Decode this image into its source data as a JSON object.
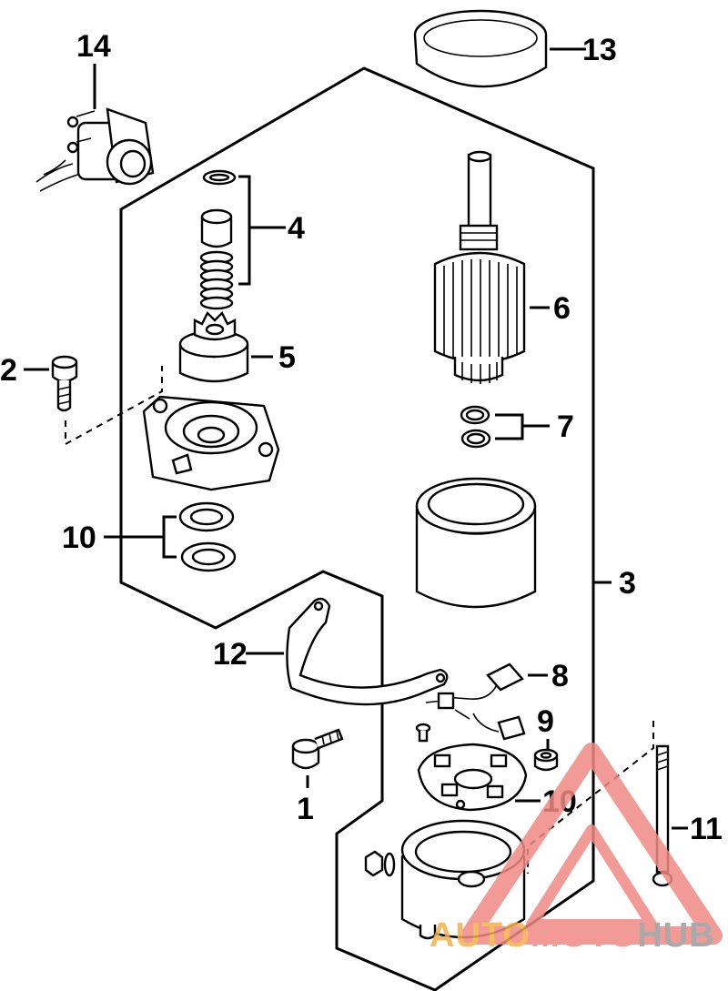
{
  "callouts": {
    "c1": "1",
    "c2": "2",
    "c3": "3",
    "c4": "4",
    "c5": "5",
    "c6": "6",
    "c7": "7",
    "c8": "8",
    "c9": "9",
    "c10a": "10",
    "c10b": "10",
    "c11": "11",
    "c12": "12",
    "c13": "13",
    "c14": "14"
  },
  "watermark": {
    "part1": "AUTO",
    "part2": "MOTO",
    "part3": "HUB",
    "color_primary": "#f08a84",
    "color_secondary": "#f4b14a",
    "color_dark": "#9b9b9b"
  },
  "colors": {
    "line": "#000000",
    "background": "#ffffff"
  }
}
